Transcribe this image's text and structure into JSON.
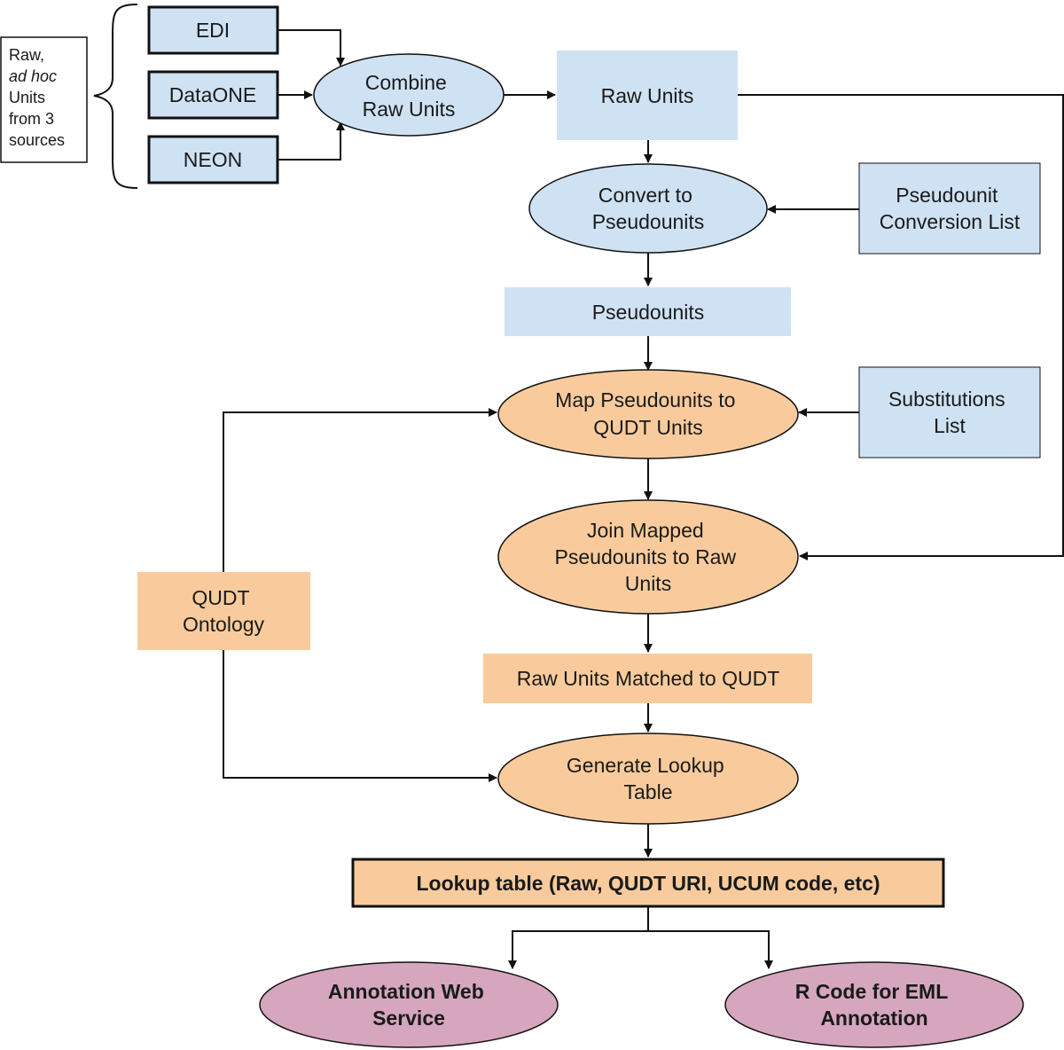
{
  "sources_note": [
    "Raw,",
    "ad hoc",
    "Units",
    "from 3",
    "sources"
  ],
  "sources": [
    "EDI",
    "DataONE",
    "NEON"
  ],
  "nodes": {
    "combine": [
      "Combine",
      "Raw Units"
    ],
    "raw_units": "Raw Units",
    "convert": [
      "Convert to",
      "Pseudounits"
    ],
    "pseudo_list": [
      "Pseudounit",
      "Conversion List"
    ],
    "pseudounits": "Pseudounits",
    "map": [
      "Map Pseudounits to",
      "QUDT Units"
    ],
    "subs_list": [
      "Substitutions",
      "List"
    ],
    "join": [
      "Join Mapped",
      "Pseudounits to Raw",
      "Units"
    ],
    "qudt_ontology": [
      "QUDT",
      "Ontology"
    ],
    "matched": "Raw Units Matched to QUDT",
    "generate": [
      "Generate Lookup",
      "Table"
    ],
    "lookup": "Lookup table (Raw, QUDT URI, UCUM code, etc)",
    "web_service": [
      "Annotation Web",
      "Service"
    ],
    "r_code": [
      "R Code for EML",
      "Annotation"
    ]
  },
  "colors": {
    "blue": "#cfe2f3",
    "orange": "#f9cb9c",
    "purple": "#d5a6bd",
    "stroke": "#111111"
  }
}
